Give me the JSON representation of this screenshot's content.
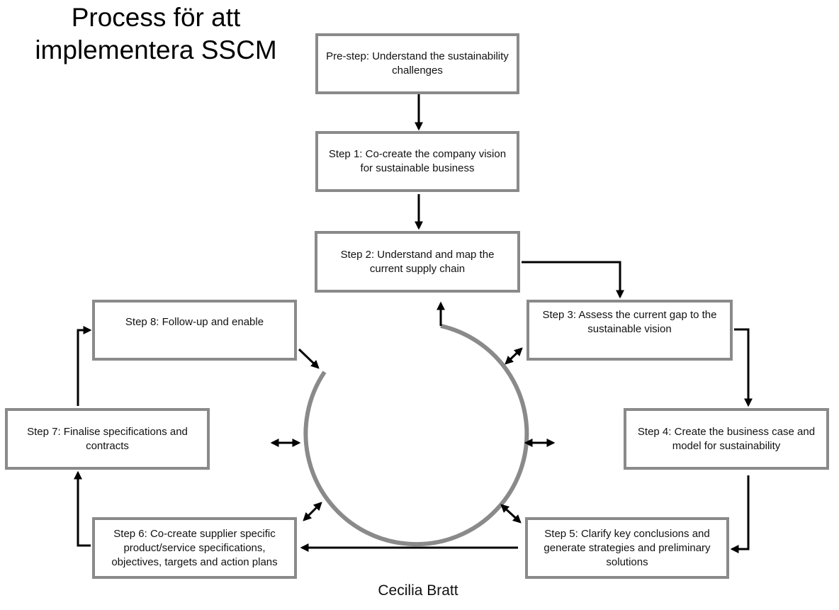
{
  "title": {
    "line1": "Process för att",
    "line2": "implementera SSCM"
  },
  "steps": {
    "pre": "Pre-step: Understand the sustainability challenges",
    "s1": "Step 1: Co-create the company vision for sustainable business",
    "s2": "Step 2: Understand and map the current supply chain",
    "s3": "Step 3:  Assess the current gap to the sustainable vision",
    "s4": "Step 4: Create the business case and model for sustainability",
    "s5": "Step 5: Clarify key conclusions and generate strategies and preliminary solutions",
    "s6": "Step 6: Co-create supplier specific product/service specifications, objectives, targets and action plans",
    "s7": "Step 7: Finalise specifications and contracts",
    "s8": "Step 8: Follow-up and enable"
  },
  "author": "Cecilia Bratt",
  "colors": {
    "box_border": "#8a8a8a",
    "circle": "#8a8a8a",
    "arrow": "#000000"
  }
}
